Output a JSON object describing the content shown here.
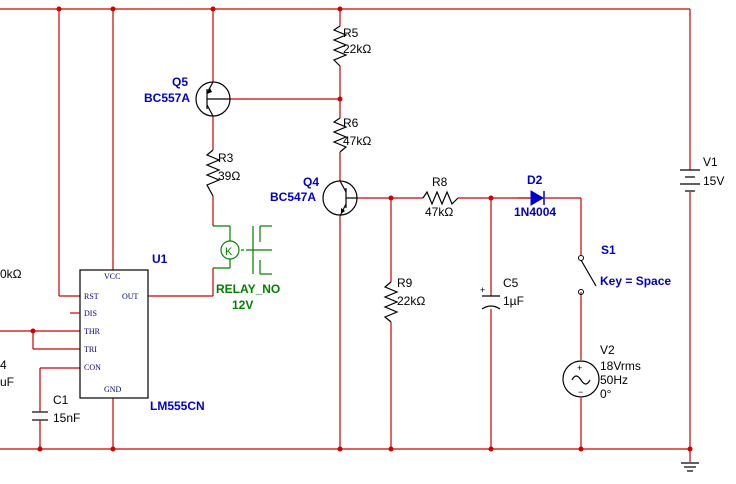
{
  "components": {
    "u1": {
      "ref": "U1",
      "part": "LM555CN",
      "pins": {
        "vcc": "VCC",
        "rst": "RST",
        "dis": "DIS",
        "thr": "THR",
        "tri": "TRI",
        "con": "CON",
        "gnd": "GND",
        "out": "OUT"
      }
    },
    "q5": {
      "ref": "Q5",
      "part": "BC557A"
    },
    "q4": {
      "ref": "Q4",
      "part": "BC547A"
    },
    "r5": {
      "ref": "R5",
      "value": "22kΩ"
    },
    "r6": {
      "ref": "R6",
      "value": "47kΩ"
    },
    "r3": {
      "ref": "R3",
      "value": "39Ω"
    },
    "r8": {
      "ref": "R8",
      "value": "47kΩ"
    },
    "r9": {
      "ref": "R9",
      "value": "22kΩ"
    },
    "c5": {
      "ref": "C5",
      "value": "1µF"
    },
    "c1": {
      "ref": "C1",
      "value": "15nF"
    },
    "d2": {
      "ref": "D2",
      "part": "1N4004"
    },
    "s1": {
      "ref": "S1",
      "key": "Key = Space"
    },
    "v1": {
      "ref": "V1",
      "value": "15V"
    },
    "v2": {
      "ref": "V2",
      "value": "18Vrms",
      "freq": "50Hz",
      "phase": "0°"
    },
    "relay": {
      "name": "RELAY_NO",
      "rating": "12V",
      "coil_symbol": "K"
    },
    "clipped": {
      "resistor_value": "0kΩ",
      "ref_digit": "4",
      "cap_unit": "uF"
    }
  },
  "colors": {
    "wire": "#cc0000",
    "label": "#0000cc",
    "relay": "#008000"
  }
}
